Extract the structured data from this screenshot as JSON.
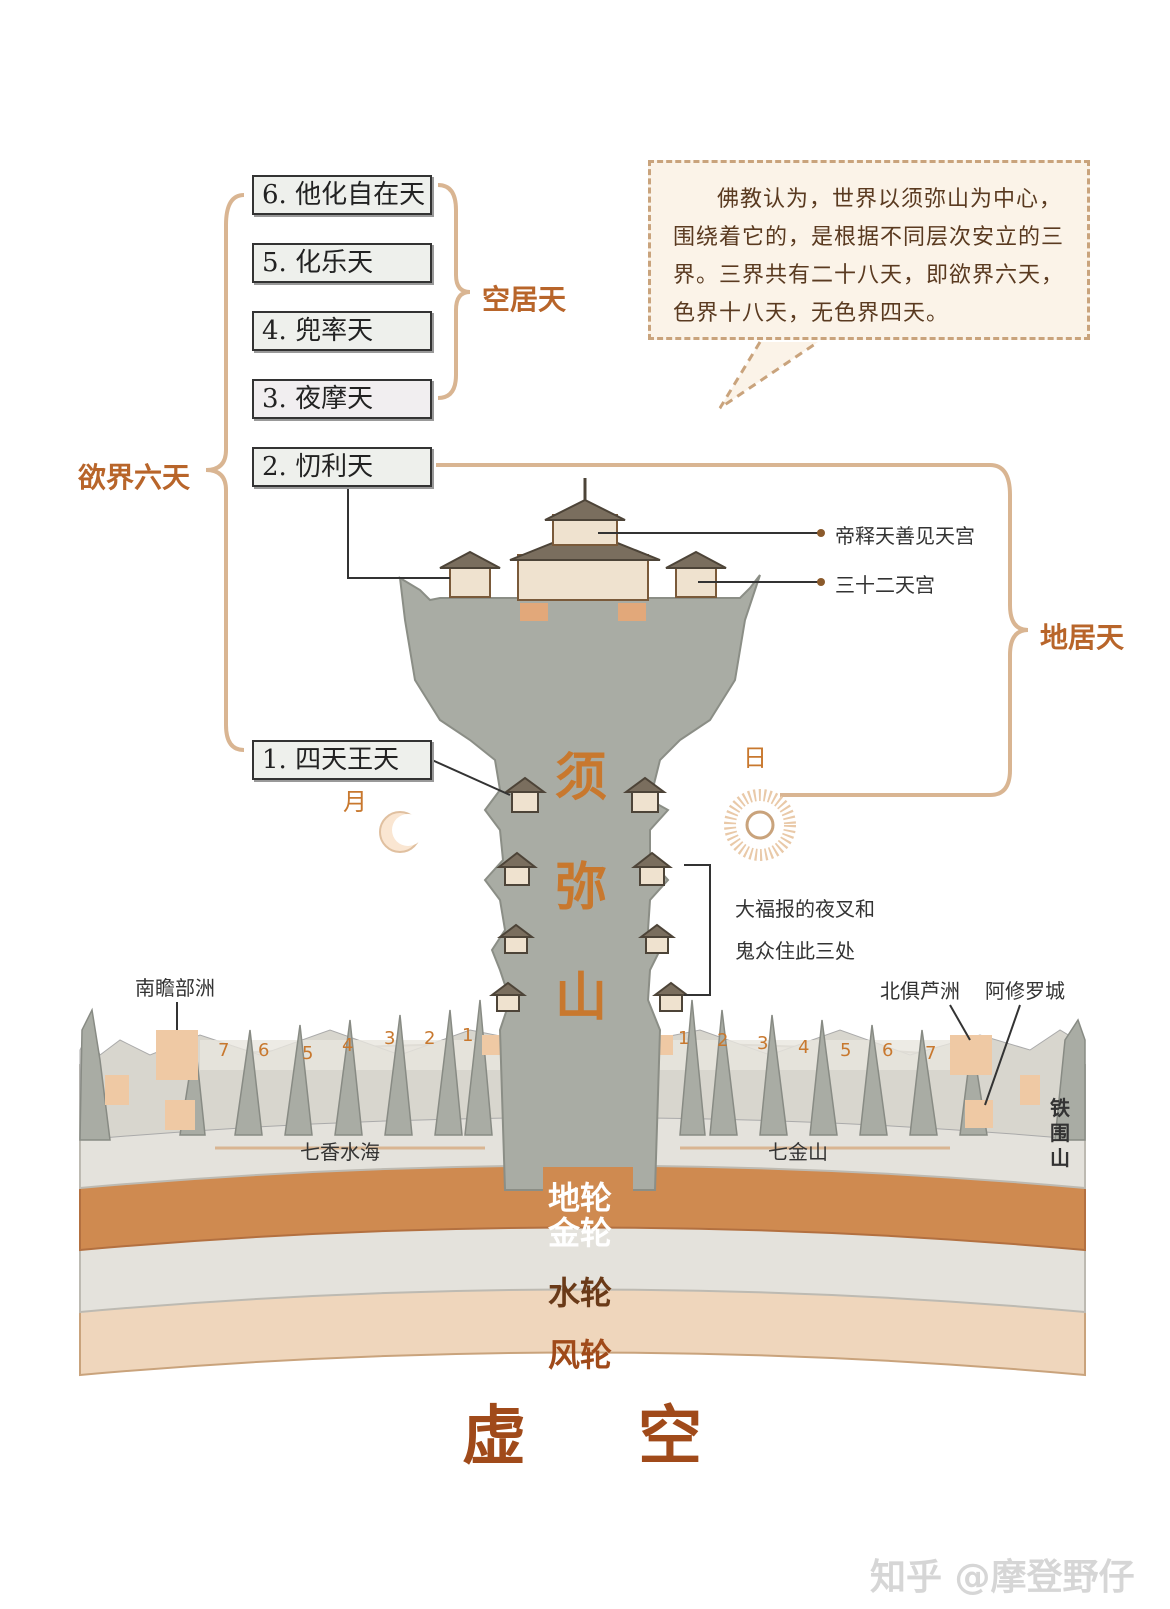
{
  "heavens": [
    {
      "label": "6. 他化自在天"
    },
    {
      "label": "5. 化乐天"
    },
    {
      "label": "4. 兜率天"
    },
    {
      "label": "3. 夜摩天"
    },
    {
      "label": "2. 忉利天"
    },
    {
      "label": "1. 四天王天"
    }
  ],
  "groups": {
    "kongju": "空居天",
    "yujie": "欲界六天",
    "diju": "地居天"
  },
  "note": "佛教认为，世界以须弥山为中心，围绕着它的，是根据不同层次安立的三界。三界共有二十八天，即欲界六天，色界十八天，无色界四天。",
  "labels": {
    "palace_main": "帝释天善见天宫",
    "palace_32": "三十二天宫",
    "sun": "日",
    "moon": "月",
    "yaksha_line1": "大福报的夜叉和",
    "yaksha_line2": "鬼众住此三处",
    "mountain": [
      "须",
      "弥",
      "山"
    ],
    "south_continent": "南瞻部洲",
    "north_continent": "北俱芦洲",
    "asura_city": "阿修罗城",
    "iron_mountain": [
      "铁",
      "围",
      "山"
    ],
    "seven_seas": "七香水海",
    "seven_mountains": "七金山",
    "ring_numbers_left": [
      "7",
      "6",
      "5",
      "4",
      "3",
      "2",
      "1"
    ],
    "ring_numbers_right": [
      "1",
      "2",
      "3",
      "4",
      "5",
      "6",
      "7"
    ]
  },
  "rings": [
    {
      "label": "地轮",
      "fill": "#cf8a50",
      "text": "#ffffff"
    },
    {
      "label": "金轮",
      "fill": "#e4e2dc",
      "text": "#b8652a"
    },
    {
      "label": "水轮",
      "fill": "#efd6bc",
      "text": "#6a3a18"
    },
    {
      "label": "风轮",
      "fill": "#efd6bc",
      "text": "#a04a1a"
    }
  ],
  "void": [
    "虚",
    "空"
  ],
  "watermark": "知乎 @摩登野仔",
  "colors": {
    "accent": "#b8652a",
    "bracket": "#d9b592",
    "mountain": "#a9aca4",
    "orange": "#cf8a50"
  }
}
